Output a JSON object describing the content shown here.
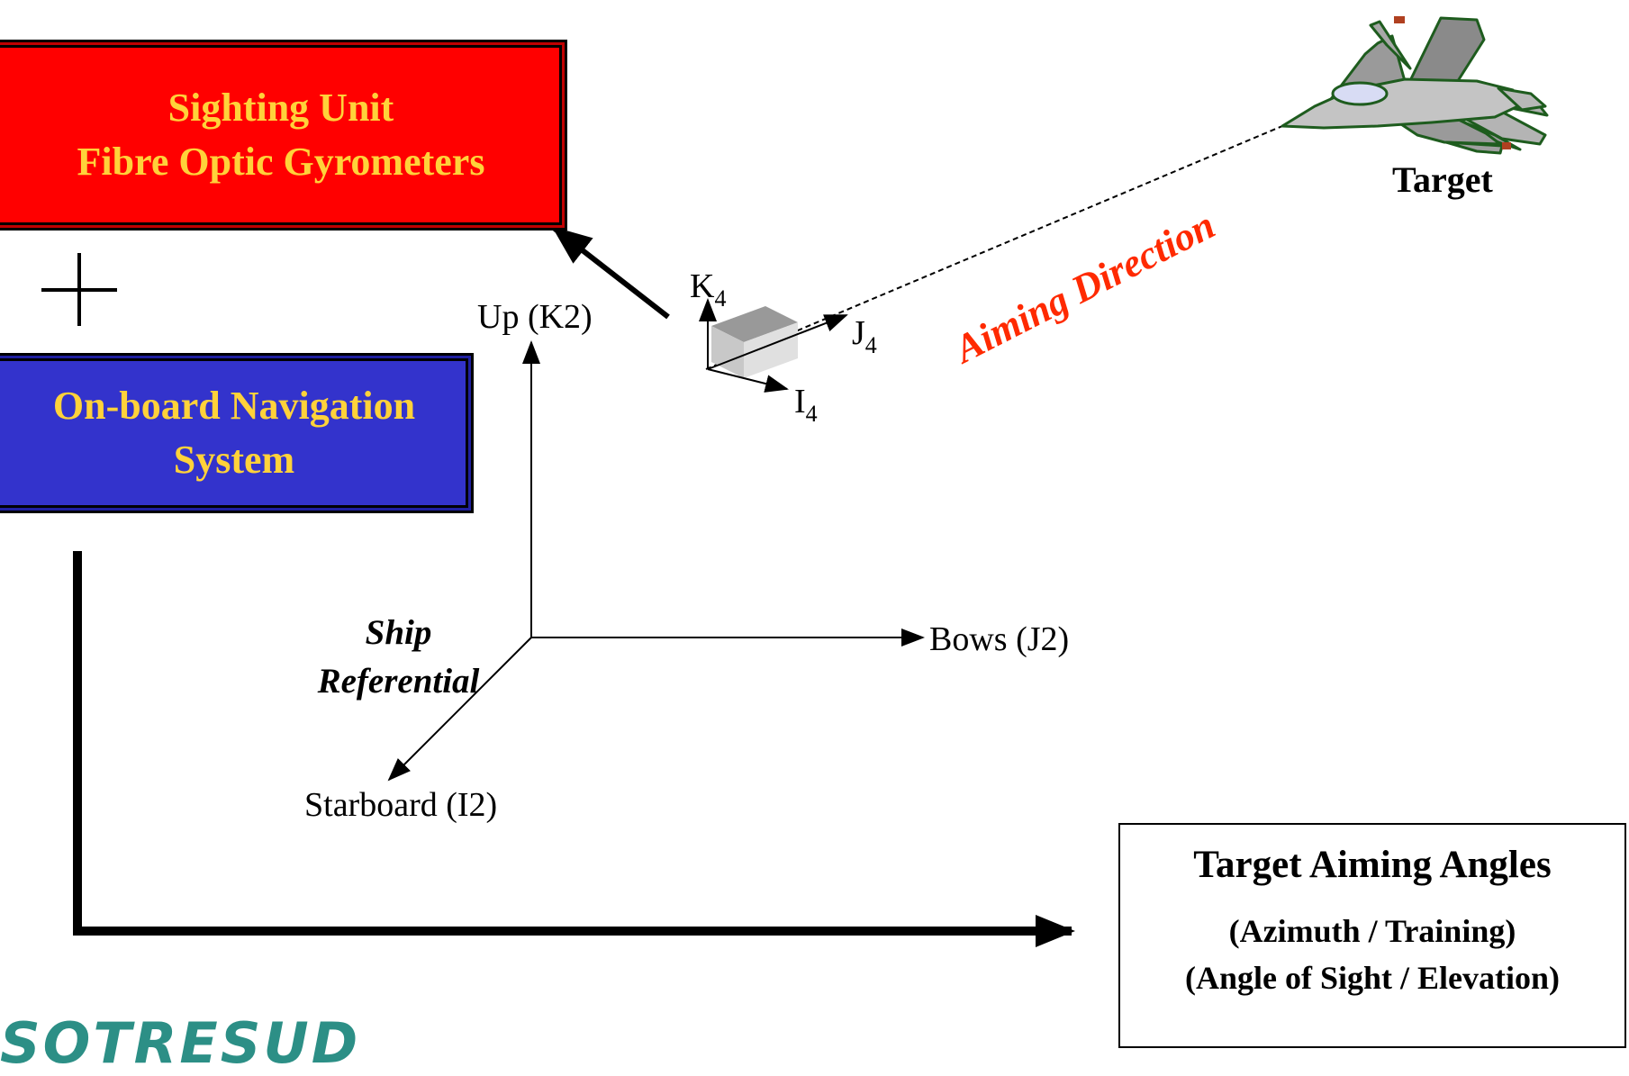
{
  "boxes": {
    "sighting_line1": "Sighting Unit",
    "sighting_line2": "Fibre Optic Gyrometers",
    "navigation_line1": "On-board Navigation",
    "navigation_line2": "System"
  },
  "plus_symbol": "+",
  "axes": {
    "up": "Up (K2)",
    "bows": "Bows (J2)",
    "starboard": "Starboard (I2)",
    "ship_referential_line1": "Ship",
    "ship_referential_line2": "Referential"
  },
  "sensor_axes": {
    "k_letter": "K",
    "k_sub": "4",
    "j_letter": "J",
    "j_sub": "4",
    "i_letter": "I",
    "i_sub": "4"
  },
  "aiming_direction": "Aiming Direction",
  "target": "Target",
  "result": {
    "title": "Target Aiming Angles",
    "line1": "(Azimuth / Training)",
    "line2": "(Angle of Sight / Elevation)"
  },
  "logo_text": "SOTRESUD",
  "colors": {
    "red_box": "#ff0000",
    "blue_box": "#3333cc",
    "box_text": "#ffd23a",
    "aiming_text": "#ff2a00",
    "logo": "#2c8f86"
  }
}
